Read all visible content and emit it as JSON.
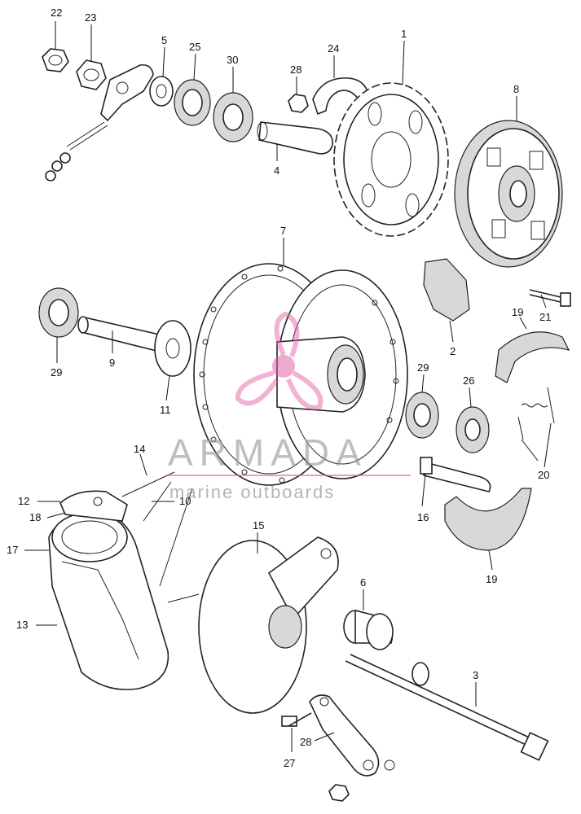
{
  "watermark": {
    "brand": "ARMADA",
    "tagline": "marine outboards",
    "accent_color": "#e05aa0"
  },
  "callouts": [
    {
      "id": "c22",
      "label": "22"
    },
    {
      "id": "c23",
      "label": "23"
    },
    {
      "id": "c5",
      "label": "5"
    },
    {
      "id": "c25",
      "label": "25"
    },
    {
      "id": "c30",
      "label": "30"
    },
    {
      "id": "c28a",
      "label": "28"
    },
    {
      "id": "c24",
      "label": "24"
    },
    {
      "id": "c1",
      "label": "1"
    },
    {
      "id": "c8",
      "label": "8"
    },
    {
      "id": "c4",
      "label": "4"
    },
    {
      "id": "c7",
      "label": "7"
    },
    {
      "id": "c2",
      "label": "2"
    },
    {
      "id": "c21",
      "label": "21"
    },
    {
      "id": "c19a",
      "label": "19"
    },
    {
      "id": "c29a",
      "label": "29"
    },
    {
      "id": "c9",
      "label": "9"
    },
    {
      "id": "c11",
      "label": "11"
    },
    {
      "id": "c29b",
      "label": "29"
    },
    {
      "id": "c26",
      "label": "26"
    },
    {
      "id": "c20",
      "label": "20"
    },
    {
      "id": "c14",
      "label": "14"
    },
    {
      "id": "c12",
      "label": "12"
    },
    {
      "id": "c10",
      "label": "10"
    },
    {
      "id": "c18",
      "label": "18"
    },
    {
      "id": "c17",
      "label": "17"
    },
    {
      "id": "c16",
      "label": "16"
    },
    {
      "id": "c19b",
      "label": "19"
    },
    {
      "id": "c15",
      "label": "15"
    },
    {
      "id": "c13",
      "label": "13"
    },
    {
      "id": "c6",
      "label": "6"
    },
    {
      "id": "c3",
      "label": "3"
    },
    {
      "id": "c28b",
      "label": "28"
    },
    {
      "id": "c27",
      "label": "27"
    }
  ]
}
